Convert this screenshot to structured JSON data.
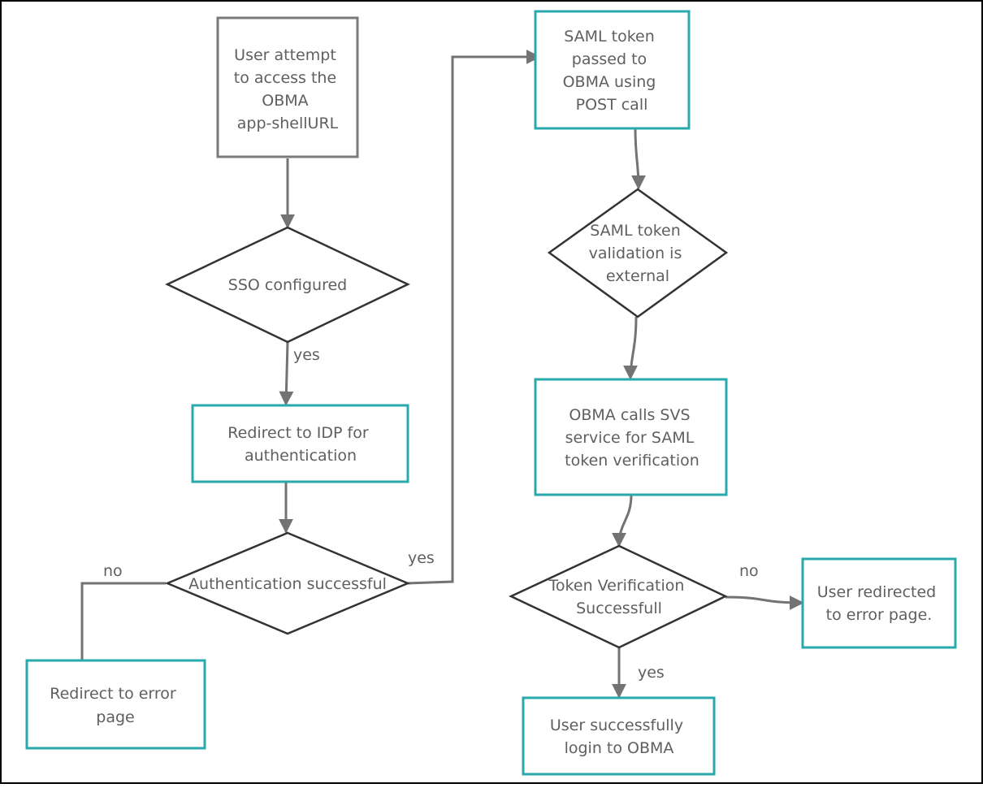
{
  "colors": {
    "teal_border": "#2aa9ad",
    "gray_border": "#7a7a7a",
    "connector": "#737373",
    "text": "#5f5f5f"
  },
  "nodes": {
    "start": {
      "lines": [
        "User attempt",
        "to access   the",
        "OBMA",
        "app-shellURL"
      ]
    },
    "sso": {
      "lines": [
        "SSO configured"
      ]
    },
    "idp": {
      "lines": [
        "Redirect to IDP for",
        "authentication"
      ]
    },
    "auth": {
      "lines": [
        "Authentication successful"
      ]
    },
    "err1": {
      "lines": [
        "Redirect to error",
        "page"
      ]
    },
    "saml_post": {
      "lines": [
        "SAML token",
        "passed to",
        "OBMA using",
        "POST call"
      ]
    },
    "saml_valid": {
      "lines": [
        "SAML token",
        "validation is",
        "external"
      ]
    },
    "svs": {
      "lines": [
        "OBMA calls SVS",
        "service for SAML",
        "token verification"
      ]
    },
    "token_ok": {
      "lines": [
        "Token Verification",
        "Successfull"
      ]
    },
    "err2": {
      "lines": [
        "User redirected",
        "to error page."
      ]
    },
    "login": {
      "lines": [
        "User successfully",
        "login to OBMA"
      ]
    }
  },
  "edge_labels": {
    "sso_yes": "yes",
    "auth_no": "no",
    "auth_yes": "yes",
    "token_no": "no",
    "token_yes": "yes"
  }
}
